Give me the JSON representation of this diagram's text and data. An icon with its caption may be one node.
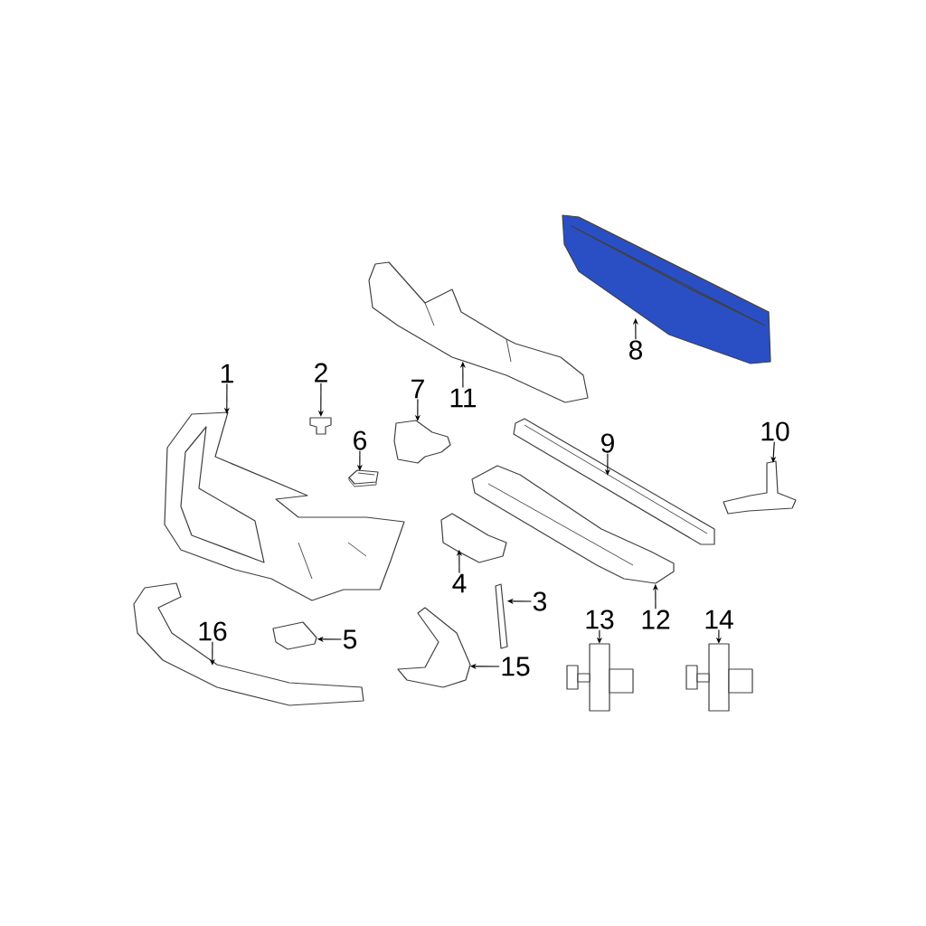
{
  "diagram": {
    "nodes": [
      {
        "text": [
          "1"
        ]
      },
      {
        "text": [
          "2"
        ]
      },
      {
        "text": [
          "3"
        ]
      },
      {
        "text": [
          "4"
        ]
      },
      {
        "text": [
          "5"
        ]
      },
      {
        "text": [
          "6"
        ]
      },
      {
        "text": [
          "7"
        ]
      },
      {
        "text": [
          "8"
        ]
      },
      {
        "text": [
          "9"
        ]
      },
      {
        "text": [
          "10"
        ]
      },
      {
        "text": [
          "11"
        ]
      },
      {
        "text": [
          "12"
        ]
      },
      {
        "text": [
          "13"
        ]
      },
      {
        "text": [
          "14"
        ]
      },
      {
        "text": [
          "15"
        ]
      },
      {
        "text": [
          "16"
        ]
      },
      {
        "text": [],
        "shape": "picture"
      },
      {
        "text": [],
        "shape": "picture"
      },
      {
        "text": [],
        "shape": "picture"
      },
      {
        "text": [],
        "shape": "picture"
      },
      {
        "text": [],
        "shape": "picture"
      },
      {
        "text": [],
        "shape": "picture"
      },
      {
        "text": [],
        "shape": "picture"
      },
      {
        "text": [],
        "shape": "picture"
      },
      {
        "text": [],
        "shape": "picture"
      },
      {
        "text": [],
        "shape": "picture"
      },
      {
        "text": [],
        "shape": "picture"
      },
      {
        "text": [],
        "shape": "picture"
      },
      {
        "text": [],
        "shape": "picture"
      },
      {
        "text": [],
        "shape": "picture"
      },
      {
        "text": [],
        "shape": "picture"
      },
      {
        "text": [],
        "shape": "picture"
      }
    ],
    "edges": [
      {
        "from": 0,
        "to": 16,
        "arrow": "to"
      },
      {
        "from": 1,
        "to": 17,
        "arrow": "to"
      },
      {
        "from": 2,
        "to": 18,
        "arrow": "to"
      },
      {
        "from": 3,
        "to": 19,
        "arrow": "to"
      },
      {
        "from": 4,
        "to": 20,
        "arrow": "to"
      },
      {
        "from": 5,
        "to": 21,
        "arrow": "to"
      },
      {
        "from": 6,
        "to": 22,
        "arrow": "to"
      },
      {
        "from": 7,
        "to": 23,
        "arrow": "to"
      },
      {
        "from": 8,
        "to": 24,
        "arrow": "to"
      },
      {
        "from": 9,
        "to": 25,
        "arrow": "to"
      },
      {
        "from": 10,
        "to": 26,
        "arrow": "to"
      },
      {
        "from": 11,
        "to": 27,
        "arrow": "to"
      },
      {
        "from": 12,
        "to": 28,
        "arrow": "to"
      },
      {
        "from": 13,
        "to": 29,
        "arrow": "to"
      },
      {
        "from": 14,
        "to": 30,
        "arrow": "to"
      },
      {
        "from": 15,
        "to": 31,
        "arrow": "to"
      }
    ]
  }
}
